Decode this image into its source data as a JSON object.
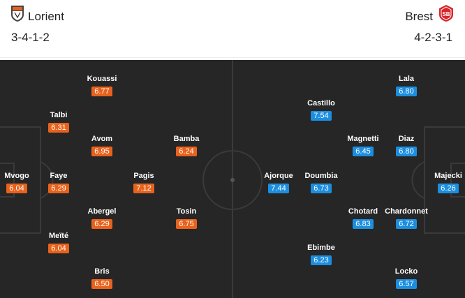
{
  "home": {
    "name": "Lorient",
    "formation": "3-4-1-2",
    "crest_icon": "lorient-crest-icon",
    "color": "#e8621c",
    "players": [
      {
        "name": "Mvogo",
        "rating": "6.04"
      },
      {
        "name": "Talbi",
        "rating": "6.31"
      },
      {
        "name": "Faye",
        "rating": "6.29"
      },
      {
        "name": "Meïté",
        "rating": "6.04"
      },
      {
        "name": "Kouassi",
        "rating": "6.77"
      },
      {
        "name": "Avom",
        "rating": "6.95"
      },
      {
        "name": "Abergel",
        "rating": "6.29"
      },
      {
        "name": "Bris",
        "rating": "6.50"
      },
      {
        "name": "Pagis",
        "rating": "7.12"
      },
      {
        "name": "Bamba",
        "rating": "6.24"
      },
      {
        "name": "Tosin",
        "rating": "6.75"
      }
    ]
  },
  "away": {
    "name": "Brest",
    "formation": "4-2-3-1",
    "crest_icon": "brest-crest-icon",
    "color": "#1c8ee0",
    "players": [
      {
        "name": "Majecki",
        "rating": "6.26"
      },
      {
        "name": "Lala",
        "rating": "6.80"
      },
      {
        "name": "Diaz",
        "rating": "6.80"
      },
      {
        "name": "Chardonnet",
        "rating": "6.72"
      },
      {
        "name": "Locko",
        "rating": "6.57"
      },
      {
        "name": "Magnetti",
        "rating": "6.45"
      },
      {
        "name": "Chotard",
        "rating": "6.83"
      },
      {
        "name": "Castillo",
        "rating": "7.54"
      },
      {
        "name": "Doumbia",
        "rating": "6.73"
      },
      {
        "name": "Ebimbe",
        "rating": "6.23"
      },
      {
        "name": "Ajorque",
        "rating": "7.44"
      }
    ]
  },
  "pitch": {
    "background": "#262626",
    "line_color": "#3a3a3a"
  }
}
